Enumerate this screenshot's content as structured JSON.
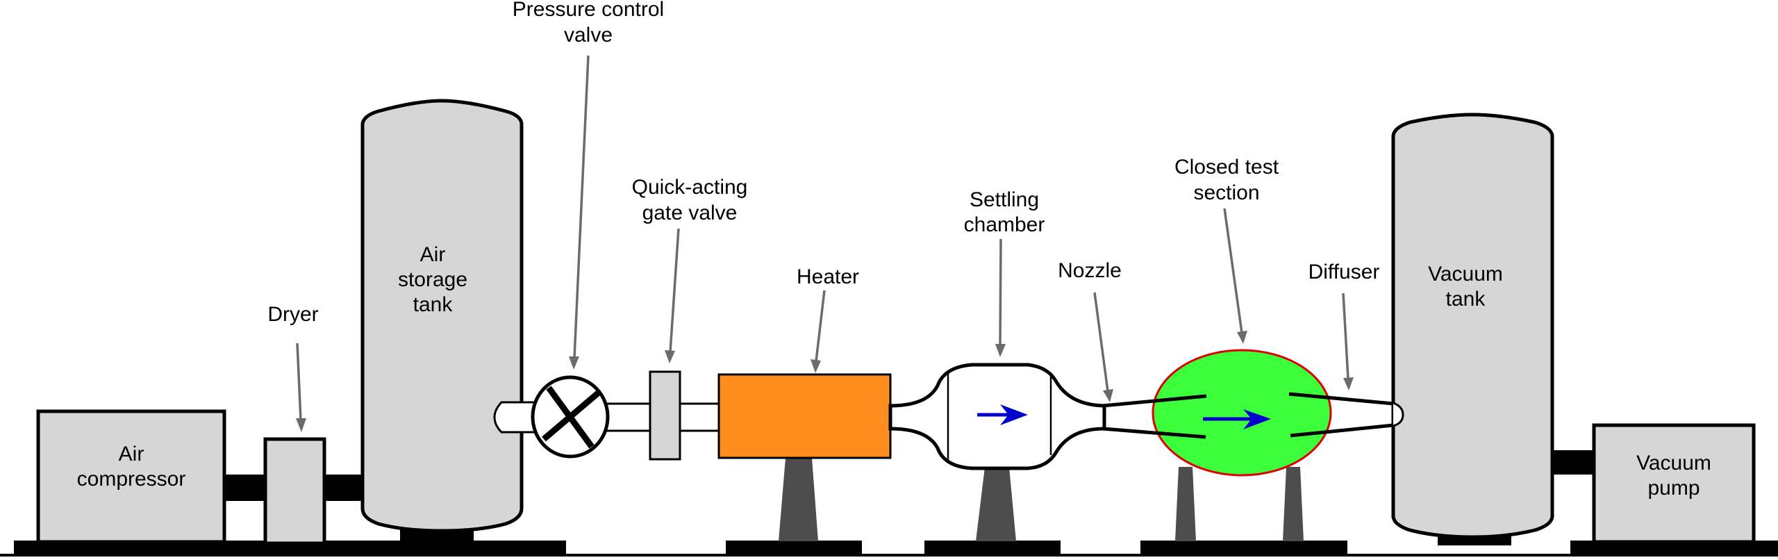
{
  "title": "Blowdown-type supersonic wind tunnel schematic",
  "colors": {
    "equipment_fill": "#d6d6d6",
    "heater_fill": "#ff8c1f",
    "test_section_fill": "#3cff3c",
    "test_section_outline": "#e00000",
    "flow_arrow": "#0000cc",
    "support": "#4d4d4d",
    "leader": "#6b6b6b",
    "outline": "#000000"
  },
  "components": [
    {
      "id": "air-compressor",
      "label_lines": [
        "Air",
        "compressor"
      ],
      "label_placement": "inside"
    },
    {
      "id": "dryer",
      "label_lines": [
        "Dryer"
      ],
      "label_placement": "above-with-arrow"
    },
    {
      "id": "air-storage-tank",
      "label_lines": [
        "Air",
        "storage",
        "tank"
      ],
      "label_placement": "inside"
    },
    {
      "id": "pressure-control-valve",
      "label_lines": [
        "Pressure control",
        "valve"
      ],
      "label_placement": "above-with-arrow"
    },
    {
      "id": "gate-valve",
      "label_lines": [
        "Quick-acting",
        "gate valve"
      ],
      "label_placement": "above-with-arrow"
    },
    {
      "id": "heater",
      "label_lines": [
        "Heater"
      ],
      "label_placement": "above-with-arrow"
    },
    {
      "id": "settling-chamber",
      "label_lines": [
        "Settling",
        "chamber"
      ],
      "label_placement": "above-with-arrow"
    },
    {
      "id": "nozzle",
      "label_lines": [
        "Nozzle"
      ],
      "label_placement": "above-with-arrow"
    },
    {
      "id": "test-section",
      "label_lines": [
        "Closed test",
        "section"
      ],
      "label_placement": "above-with-arrow"
    },
    {
      "id": "diffuser",
      "label_lines": [
        "Diffuser"
      ],
      "label_placement": "above-with-arrow"
    },
    {
      "id": "vacuum-tank",
      "label_lines": [
        "Vacuum",
        "tank"
      ],
      "label_placement": "inside"
    },
    {
      "id": "vacuum-pump",
      "label_lines": [
        "Vacuum",
        "pump"
      ],
      "label_placement": "inside"
    }
  ],
  "flow_direction": "left-to-right"
}
